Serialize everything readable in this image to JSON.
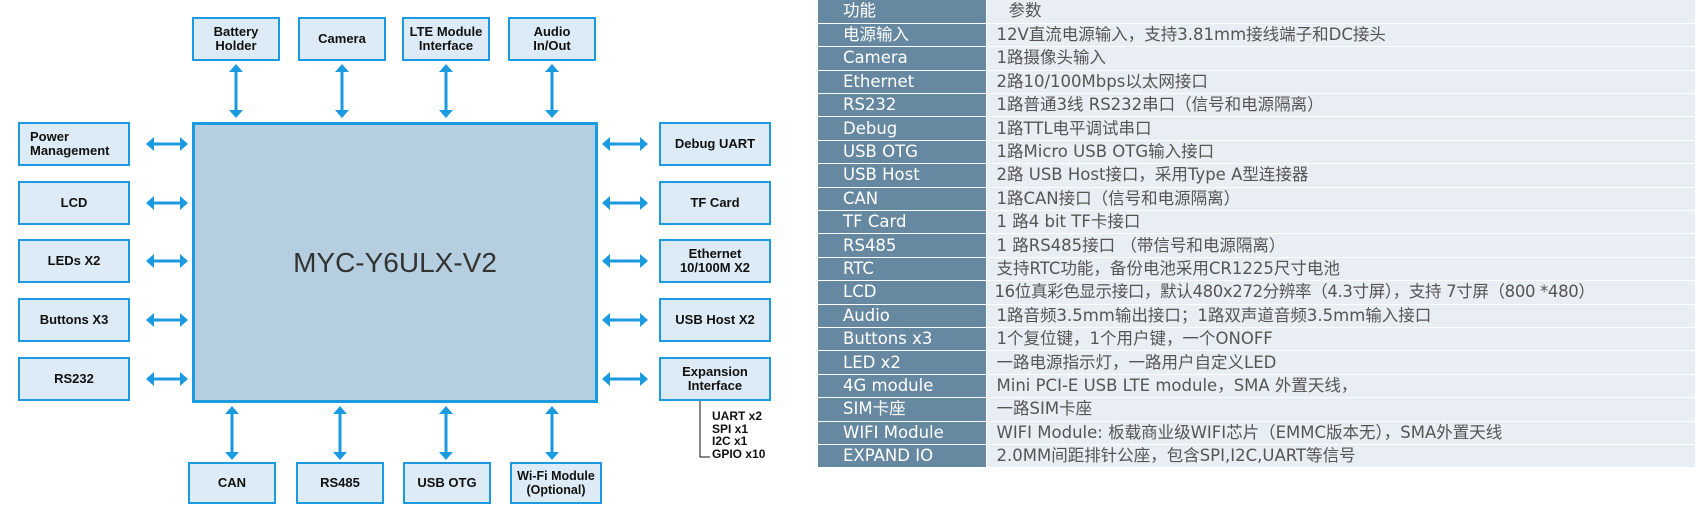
{
  "diagram": {
    "core": "MYC-Y6ULX-V2",
    "top": [
      "Battery\nHolder",
      "Camera",
      "LTE Module\nInterface",
      "Audio\nIn/Out"
    ],
    "left": [
      "Power\nManagement",
      "LCD",
      "LEDs X2",
      "Buttons X3",
      "RS232"
    ],
    "right": [
      "Debug UART",
      "TF Card",
      "Ethernet\n10/100M  X2",
      "USB  Host X2",
      "Expansion\nInterface"
    ],
    "bottom": [
      "CAN",
      "RS485",
      "USB OTG",
      "Wi-Fi Module\n(Optional)"
    ],
    "expansion": "UART x2\nSPI x1\nI2C x1\nGPIO x10",
    "colors": {
      "arrow": "#1b9ae0",
      "block_fill": "#dcebf5",
      "core_fill": "#b5cfe0"
    }
  },
  "table": {
    "header": [
      "功能",
      "参数"
    ],
    "rows": [
      [
        "电源输入",
        "12V直流电源输入，支持3.81mm接线端子和DC接头"
      ],
      [
        "Camera",
        "1路摄像头输入"
      ],
      [
        "Ethernet",
        "2路10/100Mbps以太网接口"
      ],
      [
        "RS232",
        "1路普通3线 RS232串口（信号和电源隔离）"
      ],
      [
        "Debug",
        "1路TTL电平调试串口"
      ],
      [
        "USB OTG",
        "1路Micro USB OTG输入接口"
      ],
      [
        "USB Host",
        "2路 USB Host接口，采用Type A型连接器"
      ],
      [
        "CAN",
        "1路CAN接口（信号和电源隔离）"
      ],
      [
        "TF Card",
        "1 路4 bit TF卡接口"
      ],
      [
        "RS485",
        "1 路RS485接口 （带信号和电源隔离）"
      ],
      [
        "RTC",
        "支持RTC功能，备份电池采用CR1225尺寸电池"
      ],
      [
        "LCD",
        "16位真彩色显示接口，默认480x272分辨率（4.3寸屏），支持 7寸屏（800 *480）"
      ],
      [
        "Audio",
        "1路音频3.5mm输出接口；1路双声道音频3.5mm输入接口"
      ],
      [
        "Buttons x3",
        "1个复位键，1个用户键，一个ONOFF"
      ],
      [
        "LED x2",
        "一路电源指示灯，一路用户自定义LED"
      ],
      [
        "4G module",
        "Mini PCI-E USB LTE module，SMA 外置天线，"
      ],
      [
        "SIM卡座",
        "一路SIM卡座"
      ],
      [
        "WIFI Module",
        "WIFI Module: 板载商业级WIFI芯片（EMMC版本无），SMA外置天线"
      ],
      [
        "EXPAND IO",
        "2.0MM间距排针公座，包含SPI,I2C,UART等信号"
      ]
    ],
    "colors": {
      "function_fill": "#6688a0",
      "param_fill": "#e8eef3"
    }
  }
}
